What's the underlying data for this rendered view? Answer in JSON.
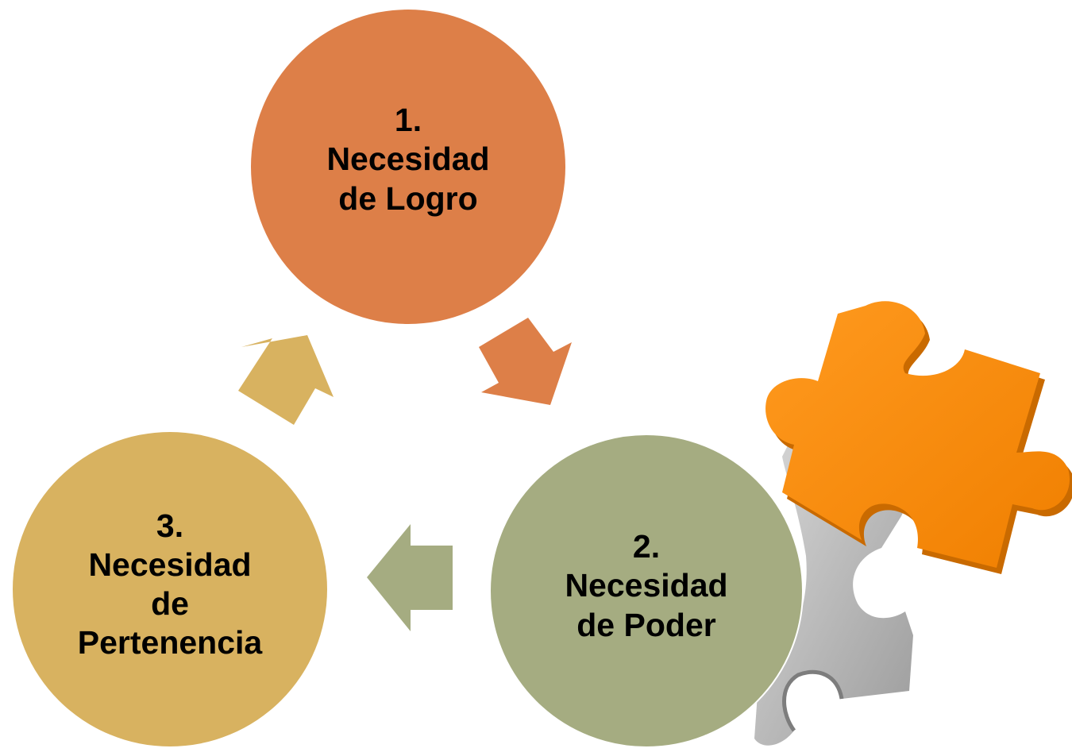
{
  "nodes": [
    {
      "id": "1",
      "label": "1.\nNecesidad\nde Logro",
      "color": "#dd7f48"
    },
    {
      "id": "2",
      "label": "2.\nNecesidad\nde Poder",
      "color": "#a5ac81"
    },
    {
      "id": "3",
      "label": "3.\nNecesidad\nde\nPertenencia",
      "color": "#d8b260"
    }
  ],
  "edges": [
    {
      "from": "1",
      "to": "2",
      "color": "#dd7f48"
    },
    {
      "from": "2",
      "to": "3",
      "color": "#a5ac81"
    },
    {
      "from": "3",
      "to": "1",
      "color": "#d8b260"
    }
  ],
  "decoration": {
    "icon": "puzzle-pieces-icon",
    "colors": [
      "#f68b0f",
      "#b5b5b5"
    ]
  }
}
